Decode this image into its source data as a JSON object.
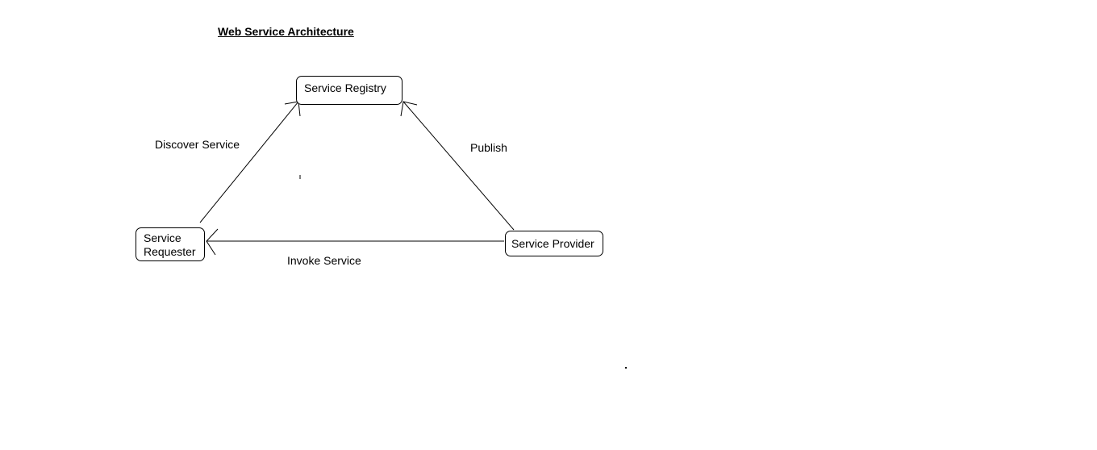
{
  "diagram": {
    "title": "Web Service Architecture",
    "nodes": {
      "registry": "Service Registry",
      "requester": "Service Requester",
      "provider": "Service Provider"
    },
    "edges": [
      {
        "from": "Service Requester",
        "to": "Service Registry",
        "label": "Discover Service"
      },
      {
        "from": "Service Provider",
        "to": "Service Registry",
        "label": "Publish"
      },
      {
        "from": "Service Provider",
        "to": "Service Requester",
        "label": "Invoke Service"
      }
    ]
  }
}
